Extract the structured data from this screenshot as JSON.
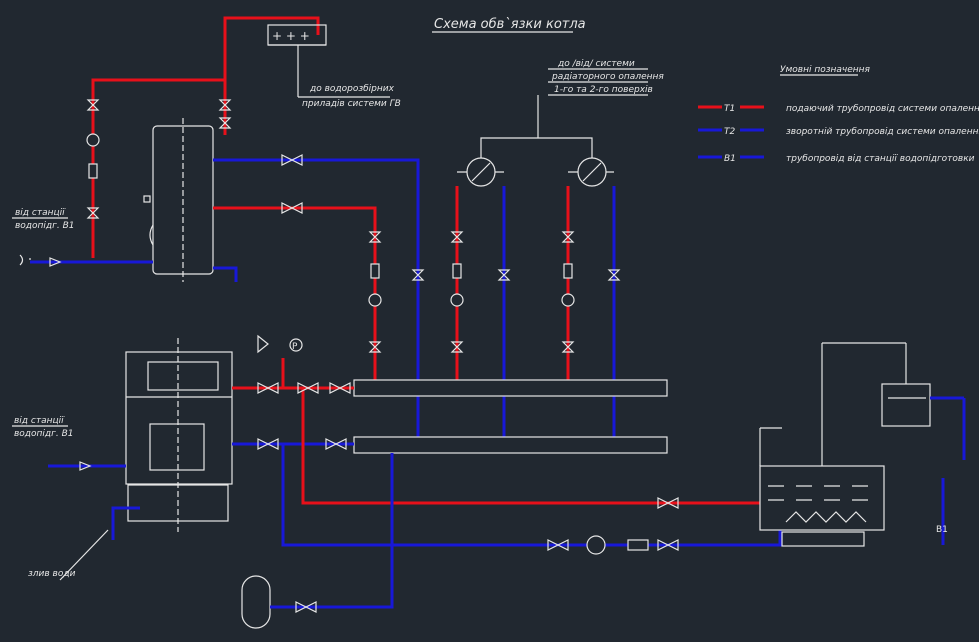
{
  "title": "Схема обв`язки котла",
  "legend": {
    "heading": "Умовні позначення",
    "items": [
      {
        "code": "Т1",
        "text": "подаючий трубопровід системи опалення",
        "color": "#e8101a"
      },
      {
        "code": "Т2",
        "text": "зворотній трубопровід системи опалення",
        "color": "#1818d8"
      },
      {
        "code": "В1",
        "text": "трубопровід від станції водопідготовки",
        "color": "#1818d8"
      }
    ]
  },
  "labels": {
    "hw_line1": "до водорозбірних",
    "hw_line2": "приладів системи ГВ",
    "rad_line1": "до /від/ системи",
    "rad_line2": "радіаторного опалення",
    "rad_line3": "1-го та 2-го поверхів",
    "station_a1": "від станції",
    "station_a2": "водопідг. В1",
    "station_b1": "від станції",
    "station_b2": "водопідг. В1",
    "drain": "злив води",
    "b1_tag": "В1",
    "pressure": "P"
  },
  "colors": {
    "supply": "#e8101a",
    "return": "#1818d8",
    "line": "#e6e6e6",
    "background": "#212830"
  }
}
